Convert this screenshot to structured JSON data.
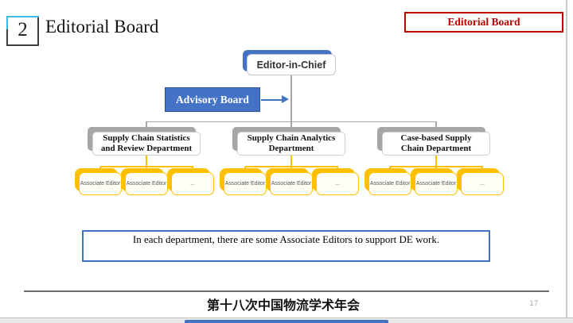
{
  "slide": {
    "number": "2",
    "title": "Editorial Board",
    "header_badge": "Editorial Board",
    "note": "In each department, there are some Associate Editors to support DE work.",
    "footer": "第十八次中国物流学术年会",
    "page_number": "17"
  },
  "org": {
    "root": {
      "label": "Editor-in-Chief"
    },
    "advisory": {
      "label": "Advisory Board"
    },
    "departments": [
      {
        "lines": [
          "Supply Chain Statistics",
          "and Review Department"
        ],
        "children": [
          "Associate Editor",
          "Associate Editor",
          "..."
        ]
      },
      {
        "lines": [
          "Supply Chain Analytics",
          "Department"
        ],
        "children": [
          "Associate Editor",
          "Associate Editor",
          "..."
        ]
      },
      {
        "lines": [
          "Case-based Supply",
          "Chain Department"
        ],
        "children": [
          "Associate Editor",
          "Associate Editor",
          "..."
        ]
      }
    ]
  },
  "colors": {
    "accent_blue": "#4472C4",
    "accent_blue_dark": "#2F528F",
    "accent_red": "#C00000",
    "accent_orange": "#FFC000",
    "shadow_gray": "#A6A6A6",
    "corner_cyan": "#3FB9E5"
  }
}
